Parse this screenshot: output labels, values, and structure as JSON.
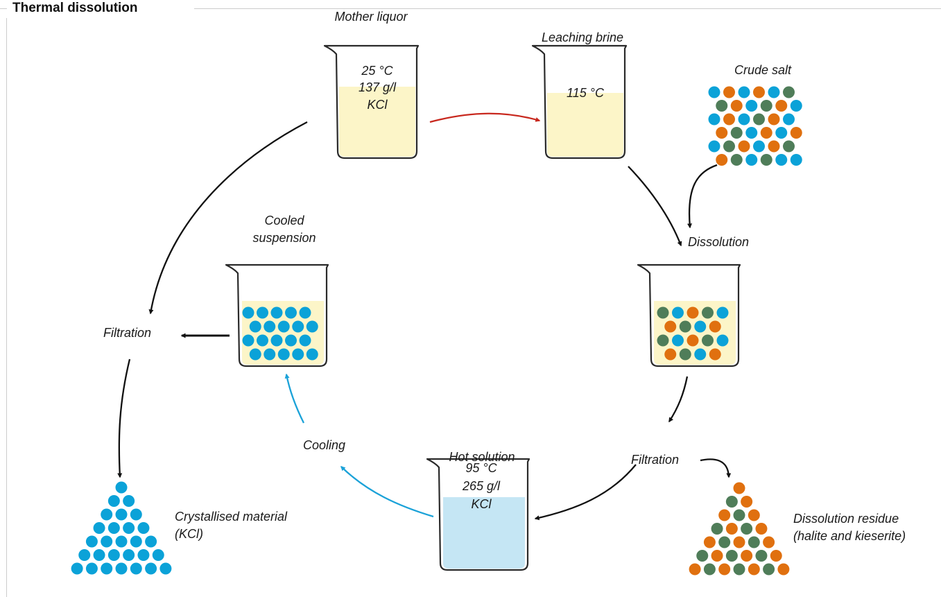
{
  "title": "Thermal dissolution",
  "colors": {
    "liquor": "#fcf5c8",
    "hot_solution": "#c5e6f4",
    "kcl_blue": "#0ba2d8",
    "halite_green": "#4f7d59",
    "kieserite_orange": "#e0700f",
    "red_arrow": "#c8281e",
    "blue_arrow": "#1ba2d8",
    "black_arrow": "#111111"
  },
  "nodes": {
    "mother_liquor": {
      "label": "Mother liquor",
      "temp": "25 °C",
      "conc": "137 g/l",
      "compound": "KCl"
    },
    "leaching_brine": {
      "label": "Leaching brine",
      "temp": "115 °C"
    },
    "crude_salt": {
      "label": "Crude salt"
    },
    "dissolution": {
      "label": "Dissolution"
    },
    "filtration_right": {
      "label": "Filtration"
    },
    "hot_solution": {
      "label": "Hot solution",
      "temp": "95 °C",
      "conc": "265 g/l",
      "compound": "KCl"
    },
    "cooling": {
      "label": "Cooling"
    },
    "cooled_suspension": {
      "label_line1": "Cooled",
      "label_line2": "suspension"
    },
    "filtration_left": {
      "label": "Filtration"
    },
    "crystallised": {
      "label_line1": "Crystallised material",
      "label_line2": "(KCl)"
    },
    "residue": {
      "label_line1": "Dissolution residue",
      "label_line2": "(halite and kieserite)"
    }
  }
}
